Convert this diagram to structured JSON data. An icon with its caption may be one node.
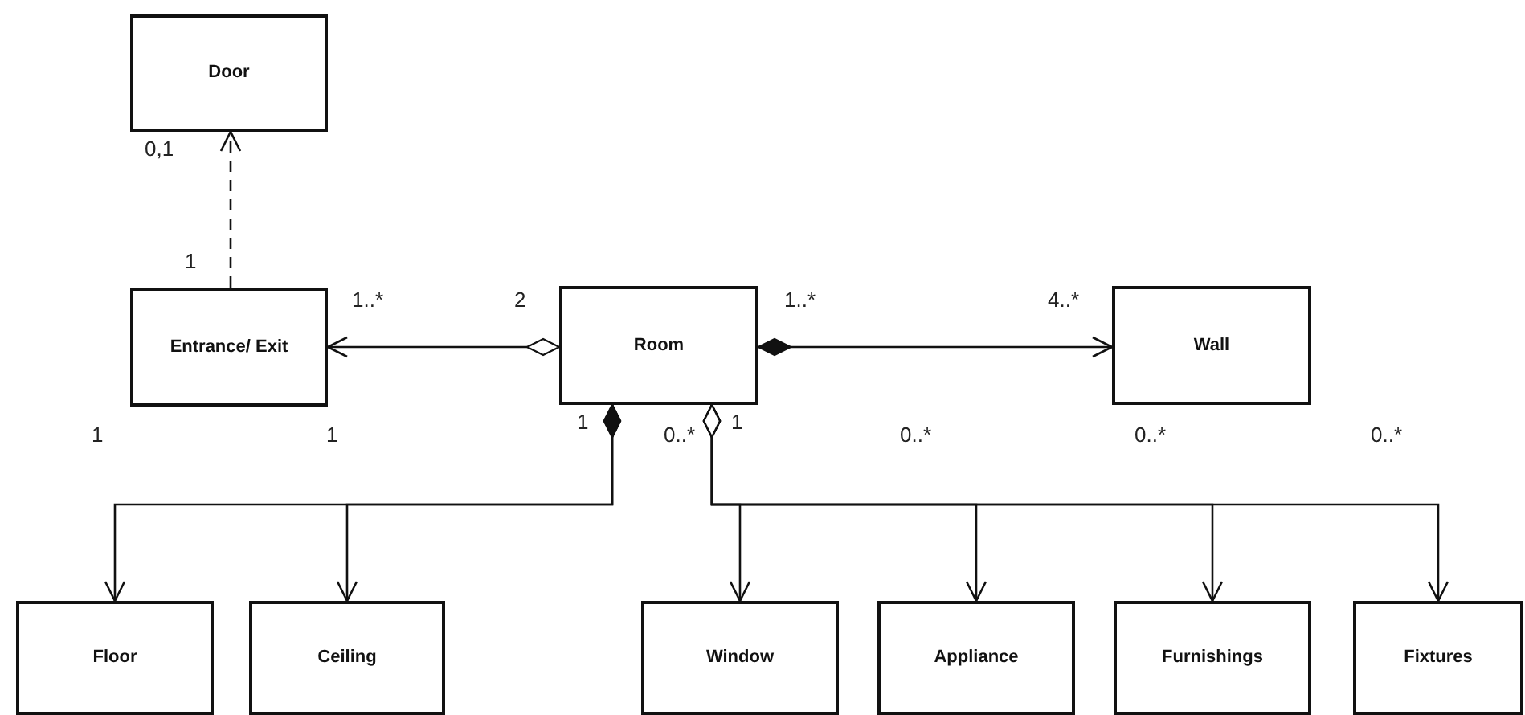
{
  "diagram": {
    "nodes": [
      {
        "text": [
          "Door"
        ]
      },
      {
        "text": [
          "Entrance/ Exit"
        ]
      },
      {
        "text": [
          "Room"
        ]
      },
      {
        "text": [
          "Wall"
        ]
      },
      {
        "text": [
          "Floor"
        ]
      },
      {
        "text": [
          "Ceiling"
        ]
      },
      {
        "text": [
          "Window"
        ]
      },
      {
        "text": [
          "Appliance"
        ]
      },
      {
        "text": [
          "Furnishings"
        ]
      },
      {
        "text": [
          "Fixtures"
        ]
      }
    ],
    "edges": [
      {
        "from": 1,
        "to": 0,
        "arrow": "to",
        "style": "dashed"
      },
      {
        "from": 2,
        "to": 1,
        "arrow": "to"
      },
      {
        "from": 2,
        "to": 3,
        "arrow": "to"
      },
      {
        "from": 2,
        "to": 4,
        "arrow": "to"
      },
      {
        "from": 2,
        "to": 5,
        "arrow": "to"
      },
      {
        "from": 2,
        "to": 6,
        "arrow": "to"
      },
      {
        "from": 2,
        "to": 7,
        "arrow": "to"
      },
      {
        "from": 2,
        "to": 8,
        "arrow": "to"
      },
      {
        "from": 2,
        "to": 9,
        "arrow": "to"
      }
    ],
    "labels": [
      "0,1",
      "1",
      "1..*",
      "2",
      "1..*",
      "4..*",
      "1",
      "1",
      "1",
      "1",
      "0..*",
      "0..*",
      "0..*",
      "0..*"
    ]
  }
}
